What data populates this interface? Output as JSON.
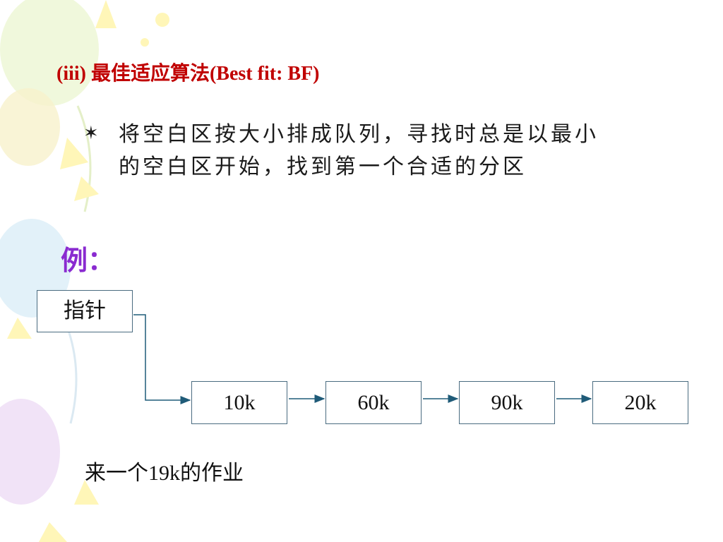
{
  "slide": {
    "title": "(iii) 最佳适应算法(Best fit: BF)",
    "bullet_icon": "star-icon",
    "bullet": "将空白区按大小排成队列，寻找时总是以最小的空白区开始，找到第一个合适的分区",
    "example_label": "例："
  },
  "diagram": {
    "pointer_label": "指针",
    "nodes": [
      "10k",
      "60k",
      "90k",
      "20k"
    ],
    "line_color": "#1f5b78"
  },
  "note": "来一个19k的作业"
}
